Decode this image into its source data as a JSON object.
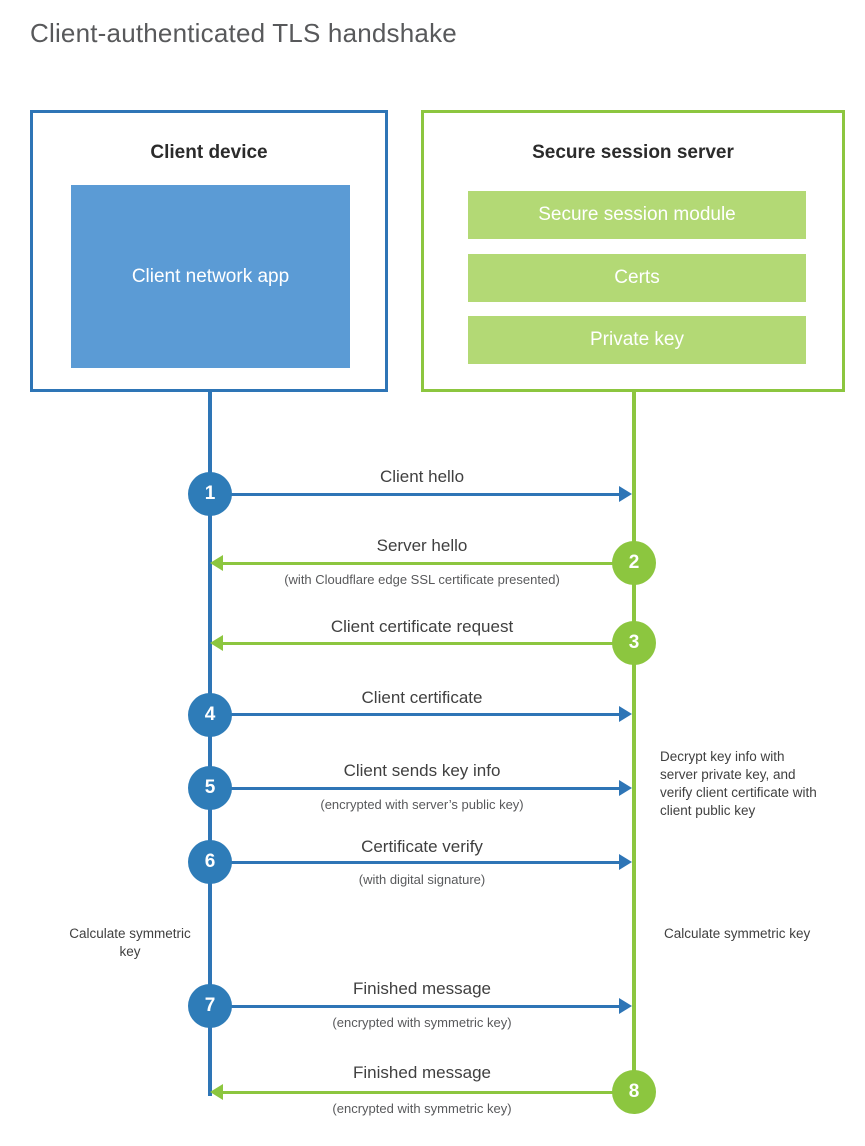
{
  "title": "Client-authenticated TLS handshake",
  "colors": {
    "client_border": "#2e75b6",
    "client_fill": "#5b9bd5",
    "server_border": "#8cc63f",
    "server_fill": "#b3d975",
    "badge_blue": "#2e7cb8",
    "badge_green": "#8cc63f",
    "text": "#404040"
  },
  "client": {
    "title": "Client device",
    "app_label": "Client network app"
  },
  "server": {
    "title": "Secure session server",
    "components": [
      "Secure session module",
      "Certs",
      "Private key"
    ]
  },
  "steps": [
    {
      "number": "1",
      "label": "Client hello",
      "sublabel": "",
      "direction": "client-to-server",
      "color": "blue"
    },
    {
      "number": "2",
      "label": "Server hello",
      "sublabel": "(with Cloudflare edge SSL certificate presented)",
      "direction": "server-to-client",
      "color": "green"
    },
    {
      "number": "3",
      "label": "Client certificate request",
      "sublabel": "",
      "direction": "server-to-client",
      "color": "green"
    },
    {
      "number": "4",
      "label": "Client certificate",
      "sublabel": "",
      "direction": "client-to-server",
      "color": "blue"
    },
    {
      "number": "5",
      "label": "Client sends key info",
      "sublabel": "(encrypted with server’s public key)",
      "direction": "client-to-server",
      "color": "blue"
    },
    {
      "number": "6",
      "label": "Certificate verify",
      "sublabel": "(with digital signature)",
      "direction": "client-to-server",
      "color": "blue"
    },
    {
      "number": "7",
      "label": "Finished message",
      "sublabel": "(encrypted with symmetric key)",
      "direction": "client-to-server",
      "color": "blue"
    },
    {
      "number": "8",
      "label": "Finished message",
      "sublabel": "(encrypted with symmetric key)",
      "direction": "server-to-client",
      "color": "green"
    }
  ],
  "notes": {
    "server_decrypt": "Decrypt key info with server private key, and verify client certificate with client public key",
    "client_calculate": "Calculate symmetric key",
    "server_calculate": "Calculate symmetric key"
  }
}
